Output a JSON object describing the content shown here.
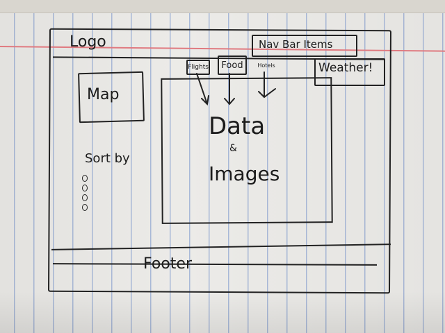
{
  "header": {
    "logo": "Logo",
    "nav": "Nav Bar Items"
  },
  "weather": {
    "label": "Weather!"
  },
  "sidebar": {
    "map": "Map",
    "sort_by": "Sort by",
    "options": [
      "",
      "",
      "",
      ""
    ]
  },
  "main": {
    "tabs": [
      {
        "label": "Flights"
      },
      {
        "label": "Food"
      },
      {
        "label": "Hotels"
      }
    ],
    "content_title": "Data",
    "content_amp": "&",
    "content_sub": "Images"
  },
  "footer": {
    "label": "Footer"
  },
  "colors": {
    "ink": "#1b1b1b",
    "paper": "#ecebe8",
    "rule": "#a9b9d8",
    "margin": "#e07a80"
  }
}
